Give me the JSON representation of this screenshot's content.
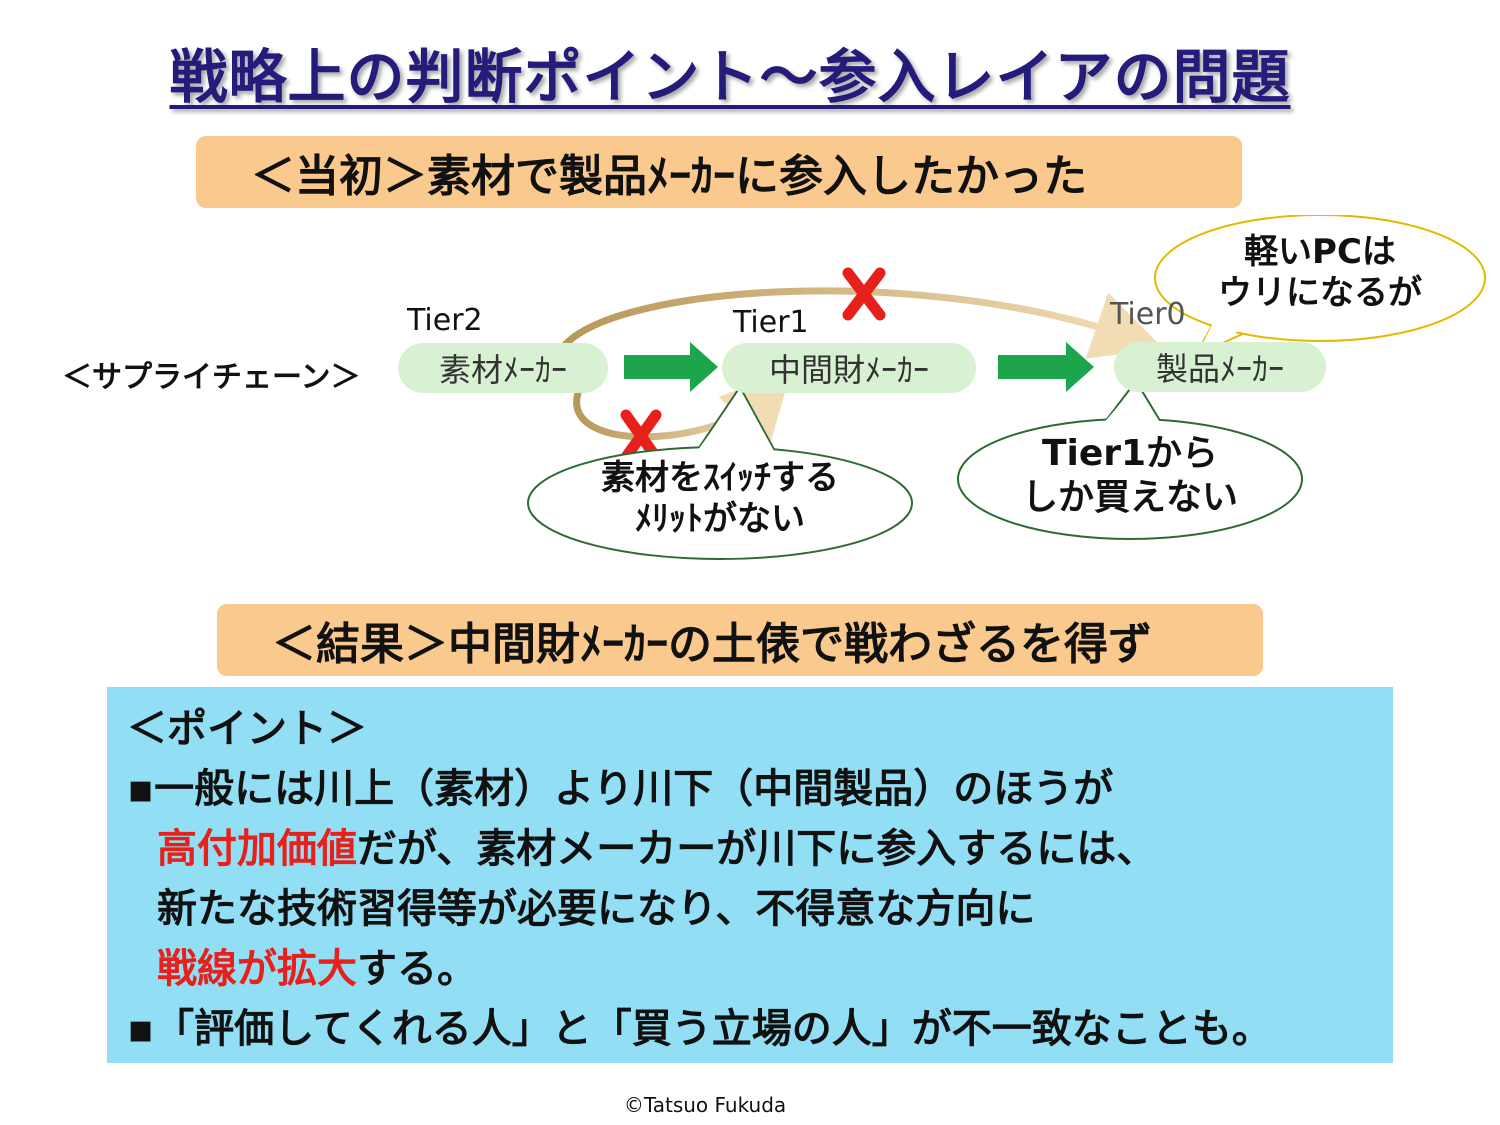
{
  "title": "戦略上の判断ポイント～参入レイアの問題",
  "banner_initial": "＜当初＞素材で製品ﾒｰｶｰに参入したかった",
  "banner_result": "＜結果＞中間財ﾒｰｶｰの土俵で戦わざるを得ず",
  "diagram": {
    "supply_chain_label": "＜サプライチェーン＞",
    "tiers": [
      "Tier2",
      "Tier1",
      "Tier0"
    ],
    "nodes": [
      "素材ﾒｰｶｰ",
      "中間財ﾒｰｶｰ",
      "製品ﾒｰｶｰ"
    ],
    "callout_switch": [
      "素材をｽｲｯﾁする",
      "ﾒﾘｯﾄがない"
    ],
    "callout_tier1": [
      "Tier1から",
      "しか買えない"
    ],
    "callout_light_pc": [
      "軽いPCは",
      "ウリになるが"
    ],
    "colors": {
      "node_fill": "#d9f1d3",
      "arrow": "#1ca54a",
      "cross": "#e8201c",
      "curve_arrow": "#c9a46a",
      "callout_border": "#e5b800"
    },
    "icons": [
      "arrow-right-icon",
      "cross-icon",
      "curved-arrow-icon"
    ]
  },
  "points": {
    "heading": "＜ポイント＞",
    "bullet1_line1": "▪一般には川上（素材）より川下（中間製品）のほうが",
    "bullet1_line2_red": "高付加価値",
    "bullet1_line2_rest": "だが、素材メーカーが川下に参入するには、",
    "bullet1_line3": "新たな技術習得等が必要になり、不得意な方向に",
    "bullet1_line4_red": "戦線が拡大",
    "bullet1_line4_rest": "する。",
    "bullet2": "▪「評価してくれる人」と「買う立場の人」が不一致なことも。"
  },
  "colors": {
    "title": "#241b7a",
    "banner": "#fac98e",
    "point_box": "#92dff5",
    "highlight_red": "#e8201c"
  },
  "copyright": "©Tatsuo Fukuda"
}
